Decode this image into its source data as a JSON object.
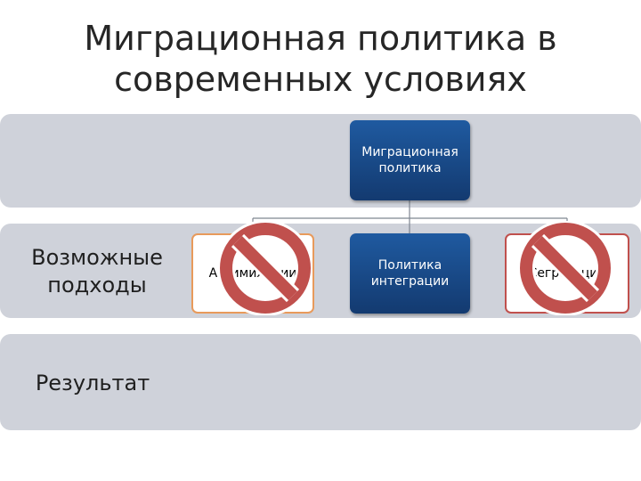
{
  "title": "Миграционная политика в современных условиях",
  "bands": {
    "row1_label": "",
    "row2_label": "Возможные подходы",
    "row3_label": "Результат"
  },
  "nodes": {
    "root": "Миграционная политика",
    "assimilation": "Ассимиляции",
    "integration": "Политика интеграции",
    "segregation": "Сегрегации"
  },
  "colors": {
    "node_fill": "#1f5aa0",
    "band_fill": "#cfd2da",
    "prohibition_fill": "#c0504d",
    "assimilation_border": "#e89a5b"
  },
  "icons": [
    "prohibition-icon",
    "prohibition-icon"
  ]
}
